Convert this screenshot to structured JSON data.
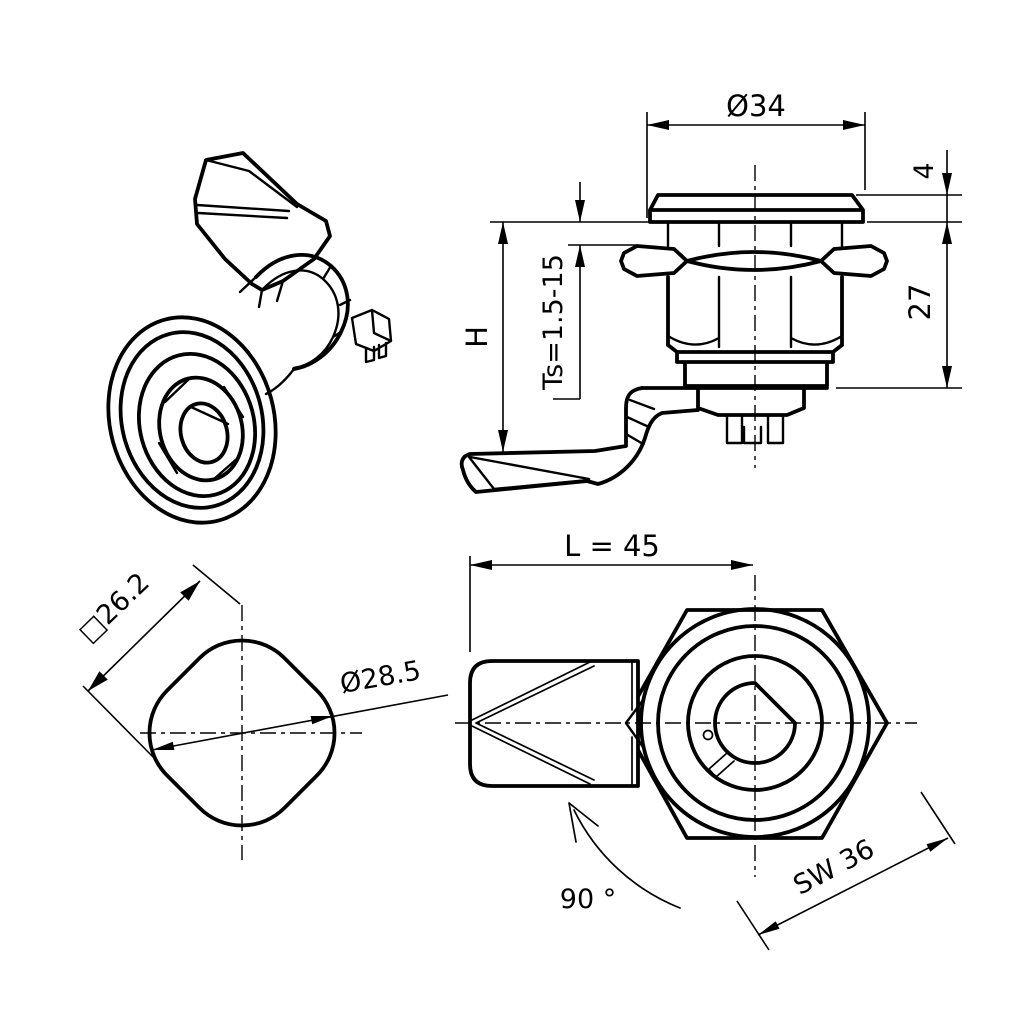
{
  "page": {
    "background": "#ffffff",
    "line_color": "#000000",
    "description": "Technical drawing of a quarter-turn cam lock with four views"
  },
  "views": {
    "side": {
      "dia_label": "Ø34",
      "flange_thickness_label": "4",
      "body_length_label": "27",
      "height_label": "H",
      "grip_range_label": "Ts=1.5-15"
    },
    "section": {
      "square_label": "□26.2",
      "dia_label": "Ø28.5"
    },
    "front": {
      "length_label": "L = 45",
      "wrench_size_label": "SW 36",
      "rotation_angle_label": "90 °"
    }
  }
}
